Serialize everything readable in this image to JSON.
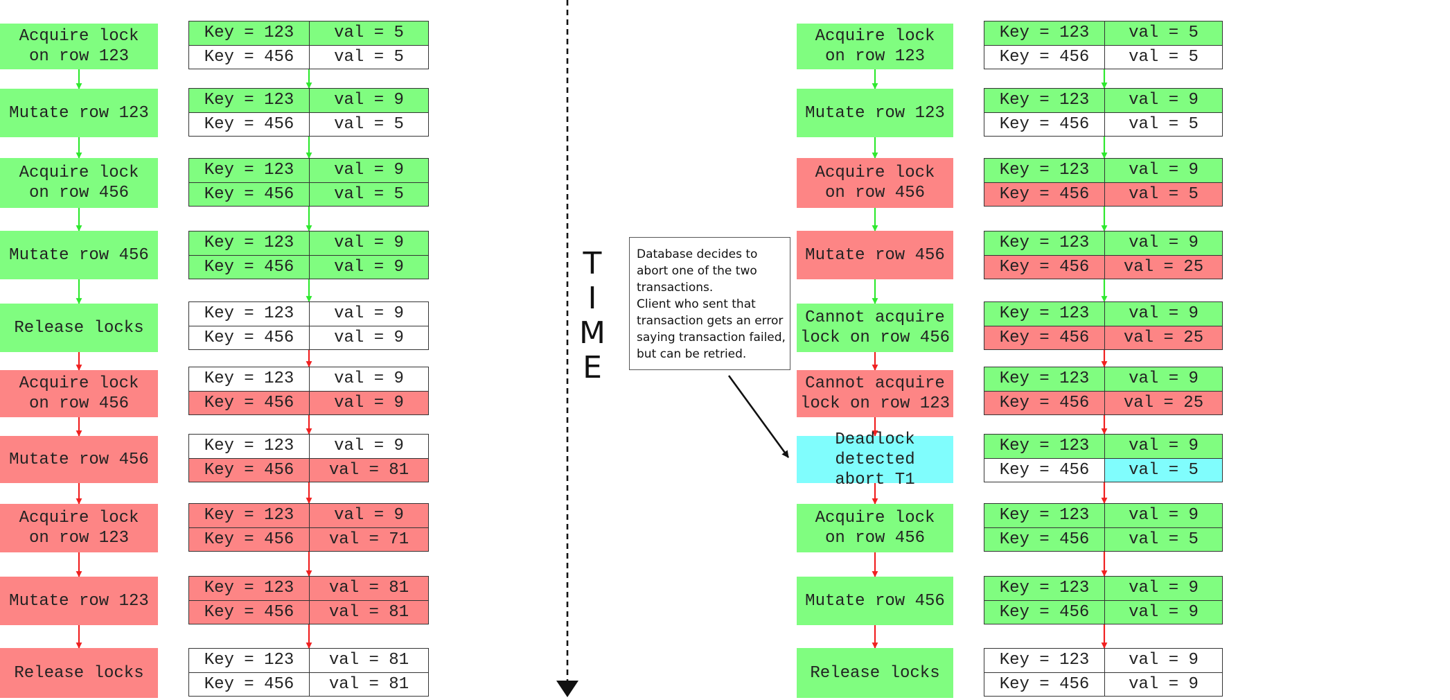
{
  "colors": {
    "ok": "#80fd80",
    "conflict": "#fd8585",
    "deadlock": "#80fdfd",
    "neutral": "#ffffff",
    "ok_arrow": "#2ee82e",
    "conflict_arrow": "#f02020",
    "axis": "#111111"
  },
  "time_axis": {
    "letters": [
      "T",
      "I",
      "M",
      "E"
    ]
  },
  "note": {
    "lines": [
      "Database decides to",
      "abort one of the two",
      "transactions.",
      "Client who sent that",
      "transaction gets an error",
      "saying transaction failed,",
      "but can be retried."
    ]
  },
  "left_scenario": {
    "steps": [
      {
        "label": "Acquire lock\non row 123",
        "color": "ok",
        "arrow": "ok"
      },
      {
        "label": "Mutate row 123",
        "color": "ok",
        "arrow": "ok"
      },
      {
        "label": "Acquire lock\non row 456",
        "color": "ok",
        "arrow": "ok"
      },
      {
        "label": "Mutate row 456",
        "color": "ok",
        "arrow": "ok"
      },
      {
        "label": "Release locks",
        "color": "ok",
        "arrow": "conflict"
      },
      {
        "label": "Acquire lock\non row 456",
        "color": "conflict",
        "arrow": "conflict"
      },
      {
        "label": "Mutate row 456",
        "color": "conflict",
        "arrow": "conflict"
      },
      {
        "label": "Acquire lock\non row 123",
        "color": "conflict",
        "arrow": "conflict"
      },
      {
        "label": "Mutate row 123",
        "color": "conflict",
        "arrow": "conflict"
      },
      {
        "label": "Release locks",
        "color": "conflict",
        "arrow": null
      }
    ],
    "states": [
      {
        "rows": [
          {
            "key": "Key = 123",
            "val": "val = 5",
            "key_color": "ok",
            "val_color": "ok"
          },
          {
            "key": "Key = 456",
            "val": "val = 5",
            "key_color": "neutral",
            "val_color": "neutral"
          }
        ],
        "arrow": "ok"
      },
      {
        "rows": [
          {
            "key": "Key = 123",
            "val": "val = 9",
            "key_color": "ok",
            "val_color": "ok"
          },
          {
            "key": "Key = 456",
            "val": "val = 5",
            "key_color": "neutral",
            "val_color": "neutral"
          }
        ],
        "arrow": "ok"
      },
      {
        "rows": [
          {
            "key": "Key = 123",
            "val": "val = 9",
            "key_color": "ok",
            "val_color": "ok"
          },
          {
            "key": "Key = 456",
            "val": "val = 5",
            "key_color": "ok",
            "val_color": "ok"
          }
        ],
        "arrow": "ok"
      },
      {
        "rows": [
          {
            "key": "Key = 123",
            "val": "val = 9",
            "key_color": "ok",
            "val_color": "ok"
          },
          {
            "key": "Key = 456",
            "val": "val = 9",
            "key_color": "ok",
            "val_color": "ok"
          }
        ],
        "arrow": "ok"
      },
      {
        "rows": [
          {
            "key": "Key = 123",
            "val": "val = 9",
            "key_color": "neutral",
            "val_color": "neutral"
          },
          {
            "key": "Key = 456",
            "val": "val = 9",
            "key_color": "neutral",
            "val_color": "neutral"
          }
        ],
        "arrow": "conflict"
      },
      {
        "rows": [
          {
            "key": "Key = 123",
            "val": "val = 9",
            "key_color": "neutral",
            "val_color": "neutral"
          },
          {
            "key": "Key = 456",
            "val": "val = 9",
            "key_color": "conflict",
            "val_color": "conflict"
          }
        ],
        "arrow": "conflict"
      },
      {
        "rows": [
          {
            "key": "Key = 123",
            "val": "val = 9",
            "key_color": "neutral",
            "val_color": "neutral"
          },
          {
            "key": "Key = 456",
            "val": "val = 81",
            "key_color": "conflict",
            "val_color": "conflict"
          }
        ],
        "arrow": "conflict"
      },
      {
        "rows": [
          {
            "key": "Key = 123",
            "val": "val = 9",
            "key_color": "conflict",
            "val_color": "conflict"
          },
          {
            "key": "Key = 456",
            "val": "val = 71",
            "key_color": "conflict",
            "val_color": "conflict"
          }
        ],
        "arrow": "conflict"
      },
      {
        "rows": [
          {
            "key": "Key = 123",
            "val": "val = 81",
            "key_color": "conflict",
            "val_color": "conflict"
          },
          {
            "key": "Key = 456",
            "val": "val = 81",
            "key_color": "conflict",
            "val_color": "conflict"
          }
        ],
        "arrow": "conflict"
      },
      {
        "rows": [
          {
            "key": "Key = 123",
            "val": "val = 81",
            "key_color": "neutral",
            "val_color": "neutral"
          },
          {
            "key": "Key = 456",
            "val": "val = 81",
            "key_color": "neutral",
            "val_color": "neutral"
          }
        ],
        "arrow": null
      }
    ]
  },
  "right_scenario": {
    "steps": [
      {
        "label": "Acquire lock\non row 123",
        "color": "ok",
        "arrow": "ok"
      },
      {
        "label": "Mutate row 123",
        "color": "ok",
        "arrow": "ok"
      },
      {
        "label": "Acquire lock\non row 456",
        "color": "conflict",
        "arrow": "ok"
      },
      {
        "label": "Mutate row 456",
        "color": "conflict",
        "arrow": "ok"
      },
      {
        "label": "Cannot acquire\nlock on row 456",
        "color": "ok",
        "arrow": "conflict"
      },
      {
        "label": "Cannot acquire\nlock on row 123",
        "color": "conflict",
        "arrow": "conflict"
      },
      {
        "label": "Deadlock detected\nabort T1",
        "color": "deadlock",
        "arrow": "conflict"
      },
      {
        "label": "Acquire lock\non row 456",
        "color": "ok",
        "arrow": "conflict"
      },
      {
        "label": "Mutate row 456",
        "color": "ok",
        "arrow": "conflict"
      },
      {
        "label": "Release locks",
        "color": "ok",
        "arrow": null
      }
    ],
    "states": [
      {
        "rows": [
          {
            "key": "Key = 123",
            "val": "val = 5",
            "key_color": "ok",
            "val_color": "ok"
          },
          {
            "key": "Key = 456",
            "val": "val = 5",
            "key_color": "neutral",
            "val_color": "neutral"
          }
        ],
        "arrow": "ok"
      },
      {
        "rows": [
          {
            "key": "Key = 123",
            "val": "val = 9",
            "key_color": "ok",
            "val_color": "ok"
          },
          {
            "key": "Key = 456",
            "val": "val = 5",
            "key_color": "neutral",
            "val_color": "neutral"
          }
        ],
        "arrow": "ok"
      },
      {
        "rows": [
          {
            "key": "Key = 123",
            "val": "val = 9",
            "key_color": "ok",
            "val_color": "ok"
          },
          {
            "key": "Key = 456",
            "val": "val = 5",
            "key_color": "conflict",
            "val_color": "conflict"
          }
        ],
        "arrow": "ok"
      },
      {
        "rows": [
          {
            "key": "Key = 123",
            "val": "val = 9",
            "key_color": "ok",
            "val_color": "ok"
          },
          {
            "key": "Key = 456",
            "val": "val = 25",
            "key_color": "conflict",
            "val_color": "conflict"
          }
        ],
        "arrow": "ok"
      },
      {
        "rows": [
          {
            "key": "Key = 123",
            "val": "val = 9",
            "key_color": "ok",
            "val_color": "ok"
          },
          {
            "key": "Key = 456",
            "val": "val = 25",
            "key_color": "conflict",
            "val_color": "conflict"
          }
        ],
        "arrow": "conflict"
      },
      {
        "rows": [
          {
            "key": "Key = 123",
            "val": "val = 9",
            "key_color": "ok",
            "val_color": "ok"
          },
          {
            "key": "Key = 456",
            "val": "val = 25",
            "key_color": "conflict",
            "val_color": "conflict"
          }
        ],
        "arrow": "conflict"
      },
      {
        "rows": [
          {
            "key": "Key = 123",
            "val": "val = 9",
            "key_color": "ok",
            "val_color": "ok"
          },
          {
            "key": "Key = 456",
            "val": "val = 5",
            "key_color": "neutral",
            "val_color": "deadlock"
          }
        ],
        "arrow": "conflict"
      },
      {
        "rows": [
          {
            "key": "Key = 123",
            "val": "val = 9",
            "key_color": "ok",
            "val_color": "ok"
          },
          {
            "key": "Key = 456",
            "val": "val = 5",
            "key_color": "ok",
            "val_color": "ok"
          }
        ],
        "arrow": "conflict"
      },
      {
        "rows": [
          {
            "key": "Key = 123",
            "val": "val = 9",
            "key_color": "ok",
            "val_color": "ok"
          },
          {
            "key": "Key = 456",
            "val": "val = 9",
            "key_color": "ok",
            "val_color": "ok"
          }
        ],
        "arrow": "conflict"
      },
      {
        "rows": [
          {
            "key": "Key = 123",
            "val": "val = 9",
            "key_color": "neutral",
            "val_color": "neutral"
          },
          {
            "key": "Key = 456",
            "val": "val = 9",
            "key_color": "neutral",
            "val_color": "neutral"
          }
        ],
        "arrow": null
      }
    ]
  }
}
